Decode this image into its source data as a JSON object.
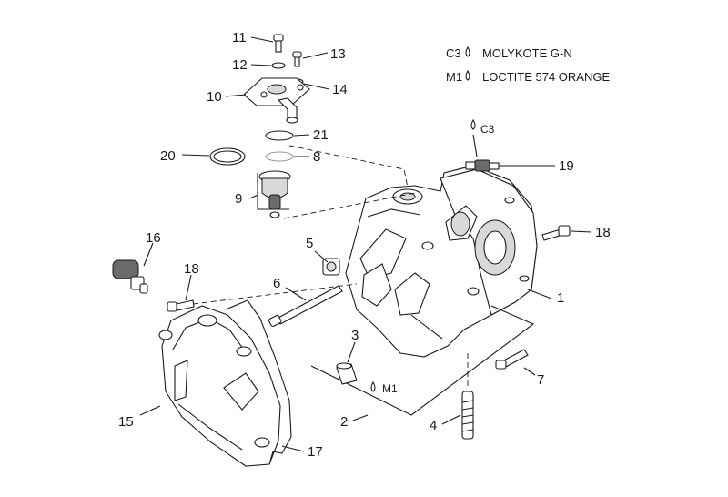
{
  "legend": {
    "rows": [
      {
        "code": "C3",
        "text": "MOLYKOTE G-N"
      },
      {
        "code": "M1",
        "text": "LOCTITE 574 ORANGE"
      }
    ]
  },
  "callouts": {
    "c1": "1",
    "c2": "2",
    "c3": "3",
    "c4": "4",
    "c5": "5",
    "c6": "6",
    "c7": "7",
    "c8": "8",
    "c9": "9",
    "c10": "10",
    "c11": "11",
    "c12": "12",
    "c13": "13",
    "c14": "14",
    "c15": "15",
    "c16": "16",
    "c17": "17",
    "c18a": "18",
    "c18b": "18",
    "c19": "19",
    "c20": "20",
    "c21": "21"
  },
  "markers": {
    "c3_on_19": "C3",
    "m1_on_3": "M1"
  }
}
